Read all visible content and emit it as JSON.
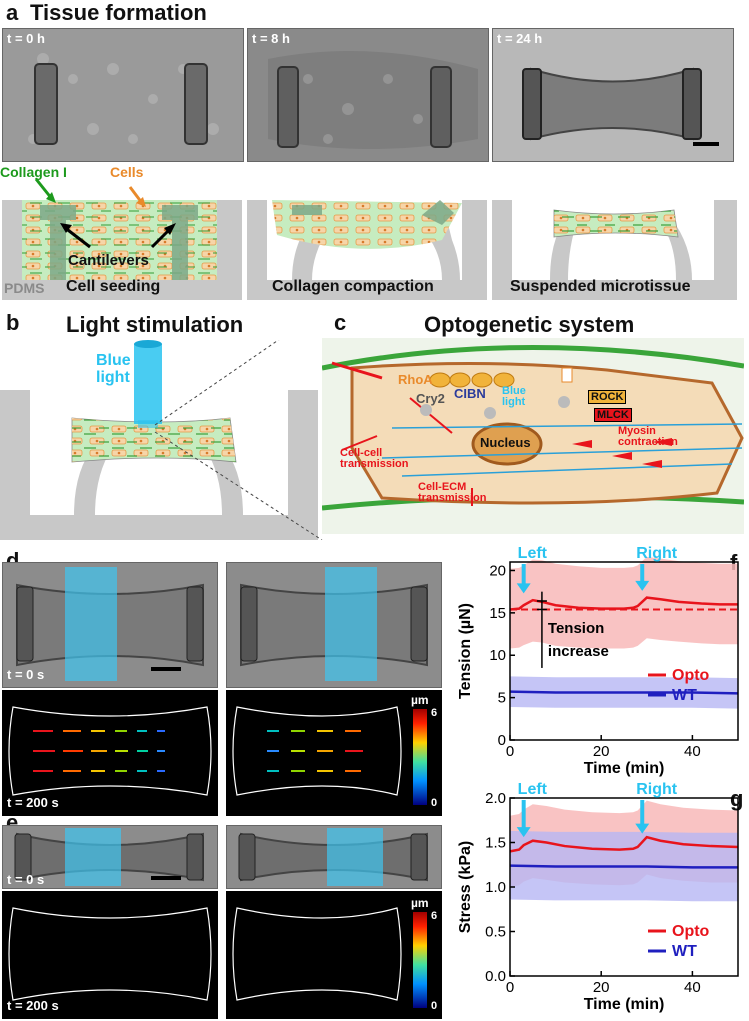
{
  "panel_a": {
    "letter": "a",
    "title": "Tissue formation",
    "timepoints": [
      "t = 0 h",
      "t = 8 h",
      "t = 24 h"
    ],
    "labels": {
      "collagen": "Collagen I",
      "cells": "Cells",
      "cantilevers": "Cantilevers",
      "pdms": "PDMS",
      "stage1": "Cell seeding",
      "stage2": "Collagen compaction",
      "stage3": "Suspended microtissue"
    }
  },
  "panel_b": {
    "letter": "b",
    "title": "Light stimulation",
    "blue_light": [
      "Blue",
      "light"
    ]
  },
  "panel_c": {
    "letter": "c",
    "title": "Optogenetic system",
    "labels": {
      "rhoa": "RhoA",
      "cry2": "Cry2",
      "cibn": "CIBN",
      "blue_light": [
        "Blue",
        "light"
      ],
      "rock": "ROCK",
      "mlck": "MLCK",
      "myosin": [
        "Myosin",
        "contraction"
      ],
      "nucleus": "Nucleus",
      "cell_cell": [
        "Cell-cell",
        "transmission"
      ],
      "cell_ecm": [
        "Cell-ECM",
        "transmission"
      ]
    }
  },
  "panel_d": {
    "letter": "d",
    "t0": "t = 0 s",
    "t200": "t = 200 s",
    "colorbar": {
      "unit": "µm",
      "max": "6",
      "min": "0"
    }
  },
  "panel_e": {
    "letter": "e",
    "t0": "t = 0 s",
    "t200": "t = 200 s",
    "colorbar": {
      "unit": "µm",
      "max": "6",
      "min": "0"
    }
  },
  "panel_f": {
    "letter": "f",
    "annot_left": "Left",
    "annot_right": "Right",
    "tension_increase": [
      "Tension",
      "increase"
    ]
  },
  "panel_g": {
    "letter": "g",
    "annot_left": "Left",
    "annot_right": "Right"
  },
  "colors": {
    "opto": "#e8141c",
    "wt": "#1f1fbf",
    "opto_band": "#f8b8b8",
    "wt_band": "#b6b6f4",
    "blue_light": "#29c3f0",
    "collagen": "#c6ecc0",
    "collagen_text": "#1d9a1d",
    "cells_text": "#e98a2b",
    "pdms": "#c8c8c8"
  },
  "chart_data": [
    {
      "type": "line",
      "panel": "f",
      "xlabel": "Time (min)",
      "ylabel": "Tension (µN)",
      "xlim": [
        0,
        50
      ],
      "ylim": [
        0,
        21
      ],
      "xticks": [
        0,
        20,
        40
      ],
      "yticks": [
        0,
        5,
        10,
        15,
        20
      ],
      "legend": "right",
      "series": [
        {
          "name": "Opto",
          "color": "#e8141c",
          "x": [
            0,
            2,
            3,
            5,
            7,
            10,
            15,
            20,
            25,
            27,
            28,
            30,
            33,
            37,
            42,
            46,
            50
          ],
          "y": [
            15.4,
            15.5,
            15.9,
            16.5,
            16.3,
            15.9,
            15.6,
            15.5,
            15.5,
            15.6,
            15.8,
            16.8,
            16.6,
            16.3,
            16.1,
            16.0,
            16.0
          ],
          "band_lower": [
            10.8,
            10.9,
            11.2,
            11.6,
            11.5,
            11.1,
            10.9,
            10.8,
            10.8,
            10.9,
            11.1,
            12.0,
            11.8,
            11.6,
            11.4,
            11.3,
            11.3
          ],
          "band_upper": [
            20.2,
            20.3,
            20.6,
            21.3,
            21.2,
            20.8,
            20.5,
            20.3,
            20.3,
            20.4,
            20.6,
            21.6,
            21.4,
            21.1,
            20.9,
            20.8,
            20.8
          ]
        },
        {
          "name": "WT",
          "color": "#1f1fbf",
          "x": [
            0,
            10,
            20,
            30,
            40,
            50
          ],
          "y": [
            5.7,
            5.6,
            5.6,
            5.6,
            5.6,
            5.5
          ],
          "band_lower": [
            3.9,
            3.8,
            3.8,
            3.8,
            3.8,
            3.7
          ],
          "band_upper": [
            7.5,
            7.4,
            7.4,
            7.4,
            7.4,
            7.3
          ]
        }
      ],
      "baseline": {
        "y": 15.4,
        "style": "dashed"
      }
    },
    {
      "type": "line",
      "panel": "g",
      "xlabel": "Time (min)",
      "ylabel": "Stress (kPa)",
      "xlim": [
        0,
        50
      ],
      "ylim": [
        0,
        2.0
      ],
      "xticks": [
        0,
        20,
        40
      ],
      "yticks": [
        0.0,
        0.5,
        1.0,
        1.5,
        2.0
      ],
      "legend": "right",
      "series": [
        {
          "name": "Opto",
          "color": "#e8141c",
          "x": [
            0,
            2,
            3,
            5,
            8,
            12,
            18,
            24,
            27,
            28,
            30,
            33,
            38,
            44,
            50
          ],
          "y": [
            1.4,
            1.42,
            1.47,
            1.52,
            1.5,
            1.46,
            1.43,
            1.42,
            1.43,
            1.45,
            1.56,
            1.52,
            1.48,
            1.46,
            1.45
          ],
          "band_lower": [
            1.0,
            1.02,
            1.06,
            1.1,
            1.08,
            1.05,
            1.03,
            1.02,
            1.03,
            1.05,
            1.14,
            1.1,
            1.07,
            1.05,
            1.05
          ],
          "band_upper": [
            1.8,
            1.82,
            1.87,
            1.93,
            1.91,
            1.87,
            1.84,
            1.83,
            1.84,
            1.86,
            1.97,
            1.93,
            1.89,
            1.87,
            1.86
          ]
        },
        {
          "name": "WT",
          "color": "#1f1fbf",
          "x": [
            0,
            10,
            20,
            30,
            40,
            50
          ],
          "y": [
            1.24,
            1.23,
            1.23,
            1.23,
            1.22,
            1.22
          ],
          "band_lower": [
            0.86,
            0.85,
            0.85,
            0.85,
            0.84,
            0.84
          ],
          "band_upper": [
            1.63,
            1.62,
            1.62,
            1.62,
            1.61,
            1.61
          ]
        }
      ]
    }
  ]
}
